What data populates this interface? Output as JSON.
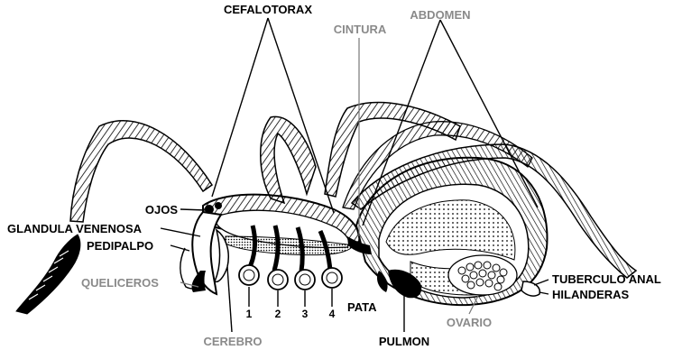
{
  "labels": {
    "cefalotorax": "CEFALOTORAX",
    "cintura": "CINTURA",
    "abdomen": "ABDOMEN",
    "ojos": "OJOS",
    "glandula": "GLANDULA VENENOSA",
    "pedipalpo": "PEDIPALPO",
    "queliceros": "QUELICEROS",
    "cerebro": "CEREBRO",
    "pata": "PATA",
    "pulmon": "PULMON",
    "ovario": "OVARIO",
    "tuberculo": "TUBERCULO ANAL",
    "hilanderas": "HILANDERAS",
    "leg1": "1",
    "leg2": "2",
    "leg3": "3",
    "leg4": "4"
  },
  "colors": {
    "ink": "#000000",
    "gray_label": "#8a8a8a",
    "background": "#ffffff"
  }
}
